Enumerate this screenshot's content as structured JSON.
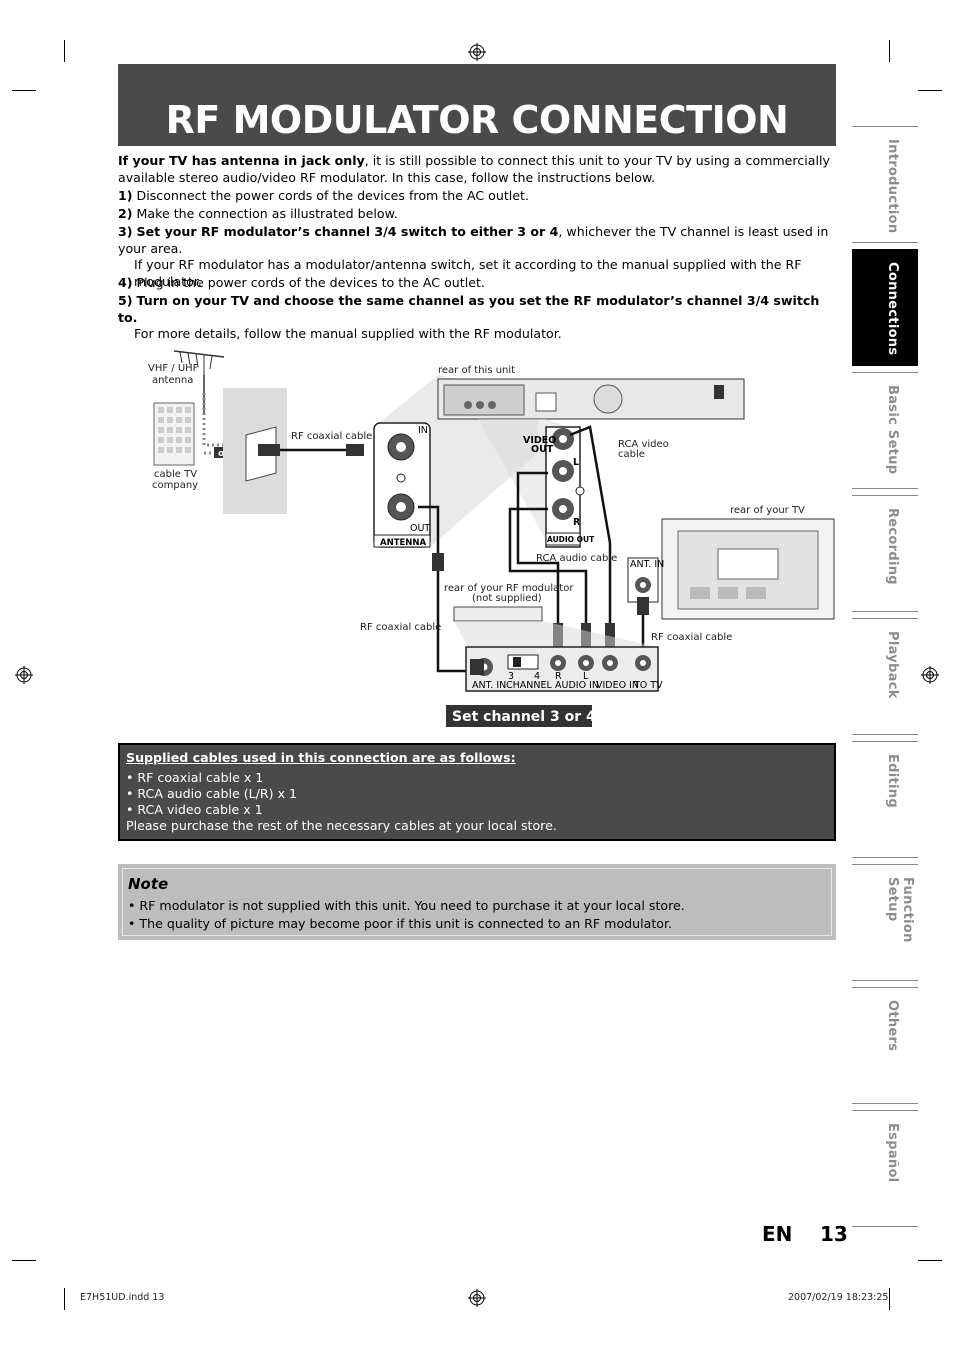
{
  "title": "RF MODULATOR CONNECTION",
  "intro": {
    "bold": "If your TV has antenna in jack only",
    "rest": ", it is still possible to connect this unit to your TV by using a commercially available stereo audio/video RF modulator. In this case, follow the instructions below."
  },
  "steps": [
    {
      "num": "1)",
      "text": "Disconnect the power cords of the devices from the AC outlet."
    },
    {
      "num": "2)",
      "text": "Make the connection as illustrated below."
    },
    {
      "num": "3)",
      "bold": "Set your RF modulator’s channel 3/4 switch to either 3 or 4",
      "text": ", whichever the TV channel is least used in your area.",
      "cont": "If your RF modulator has a modulator/antenna switch, set it according to the manual supplied with the RF modulator."
    },
    {
      "num": "4)",
      "text": "Plug in the power cords of the devices to the AC outlet."
    },
    {
      "num": "5)",
      "bold": "Turn on your TV and choose the same channel as you set the RF modulator’s channel 3/4 switch to.",
      "cont": "For more details, follow the manual supplied with the RF modulator."
    }
  ],
  "tabs": [
    {
      "label": "Introduction",
      "active": false
    },
    {
      "label": "Connections",
      "active": true
    },
    {
      "label": "Basic Setup",
      "active": false
    },
    {
      "label": "Recording",
      "active": false
    },
    {
      "label": "Playback",
      "active": false
    },
    {
      "label": "Editing",
      "active": false
    },
    {
      "label": "Function Setup",
      "active": false
    },
    {
      "label": "Others",
      "active": false
    },
    {
      "label": "Español",
      "active": false
    }
  ],
  "diagram": {
    "vhf": "VHF / UHF",
    "antenna": "antenna",
    "cable_tv": "cable TV",
    "company": "company",
    "or": "or",
    "rf_coax_1": "RF coaxial cable",
    "rf_coax_2": "RF coaxial cable",
    "rf_coax_3": "RF coaxial cable",
    "rear_unit": "rear of this unit",
    "rca_video": "RCA video",
    "cable": "cable",
    "rca_audio": "RCA audio cable",
    "rear_tv": "rear of your TV",
    "rear_mod_1": "rear of your RF modulator",
    "rear_mod_2": "(not supplied)",
    "in": "IN",
    "out": "OUT",
    "antenna_label": "ANTENNA",
    "video": "VIDEO",
    "out2": "OUT",
    "l": "L",
    "r": "R",
    "audio_out": "AUDIO OUT",
    "ant_in_tv": "ANT. IN",
    "ch3": "3",
    "ch4": "4",
    "mod_r": "R",
    "mod_l": "L",
    "ant_in": "ANT. IN",
    "channel": "CHANNEL",
    "audio_in": "AUDIO IN",
    "video_in": "VIDEO IN",
    "to_tv": "TO TV",
    "set_channel": "Set channel 3 or 4"
  },
  "supplied": {
    "heading": "Supplied cables used in this connection are as follows:",
    "items": [
      "• RF coaxial cable x 1",
      "• RCA audio cable (L/R) x 1",
      "• RCA video cable x 1"
    ],
    "footer": "Please purchase the rest of the necessary cables at your local store."
  },
  "note": {
    "title": "Note",
    "items": [
      "•  RF modulator is not supplied with this unit. You need to purchase it at your local store.",
      "•  The quality of picture may become poor if this unit is connected to an RF modulator."
    ]
  },
  "footer": {
    "en": "EN",
    "page": "13",
    "file": "E7H51UD.indd   13",
    "date": "2007/02/19   18:23:25"
  }
}
